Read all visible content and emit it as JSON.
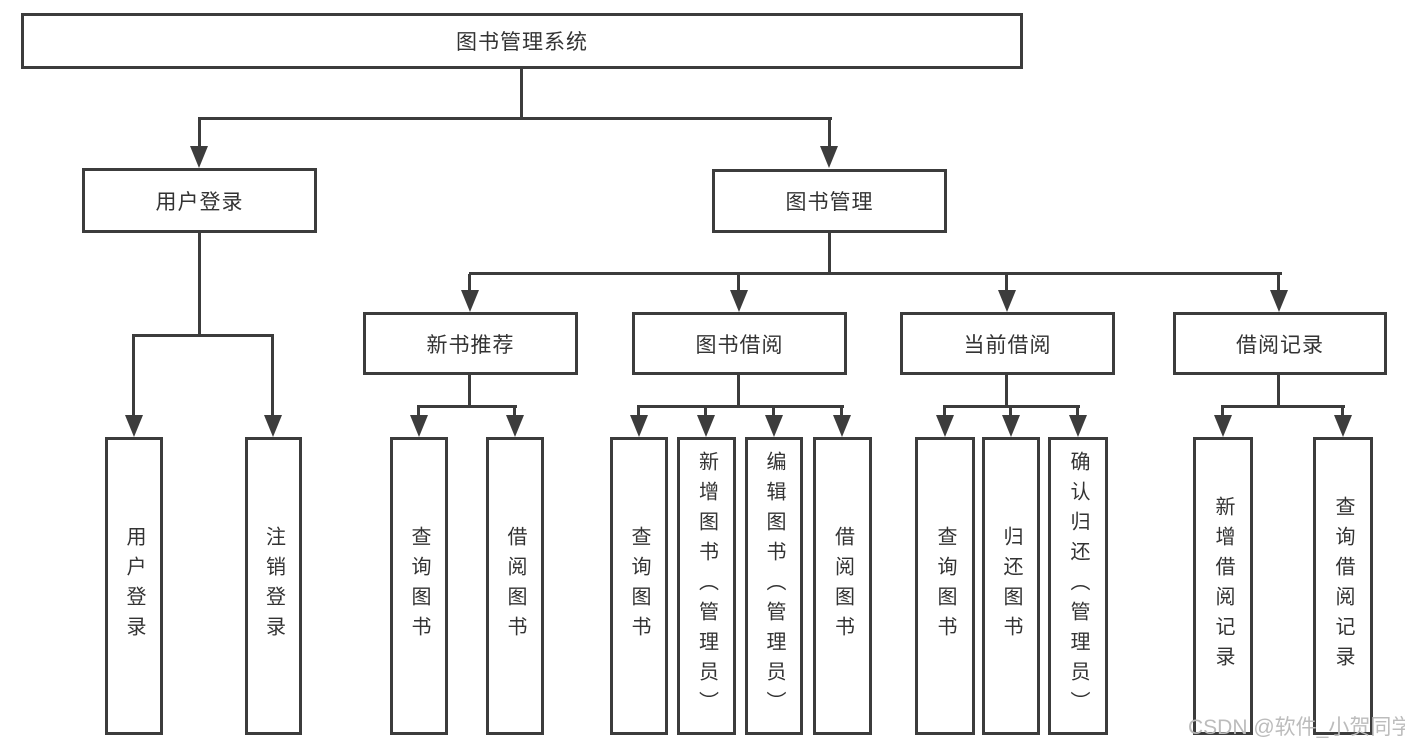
{
  "tree": {
    "root": {
      "label": "图书管理系统",
      "children": [
        {
          "label": "用户登录",
          "children": [
            {
              "label": "用户登录"
            },
            {
              "label": "注销登录"
            }
          ]
        },
        {
          "label": "图书管理",
          "children": [
            {
              "label": "新书推荐",
              "children": [
                {
                  "label": "查询图书"
                },
                {
                  "label": "借阅图书"
                }
              ]
            },
            {
              "label": "图书借阅",
              "children": [
                {
                  "label": "查询图书"
                },
                {
                  "label": "新增图书（管理员）"
                },
                {
                  "label": "编辑图书（管理员）"
                },
                {
                  "label": "借阅图书"
                }
              ]
            },
            {
              "label": "当前借阅",
              "children": [
                {
                  "label": "查询图书"
                },
                {
                  "label": "归还图书"
                },
                {
                  "label": "确认归还（管理员）"
                }
              ]
            },
            {
              "label": "借阅记录",
              "children": [
                {
                  "label": "新增借阅记录"
                },
                {
                  "label": "查询借阅记录"
                }
              ]
            }
          ]
        }
      ]
    }
  },
  "watermark": {
    "text": "CSDN @软件_小贺同学",
    "color": "#bcbcbc"
  },
  "colors": {
    "line": "#3c3c3c",
    "text": "#333333",
    "background": "#ffffff"
  }
}
